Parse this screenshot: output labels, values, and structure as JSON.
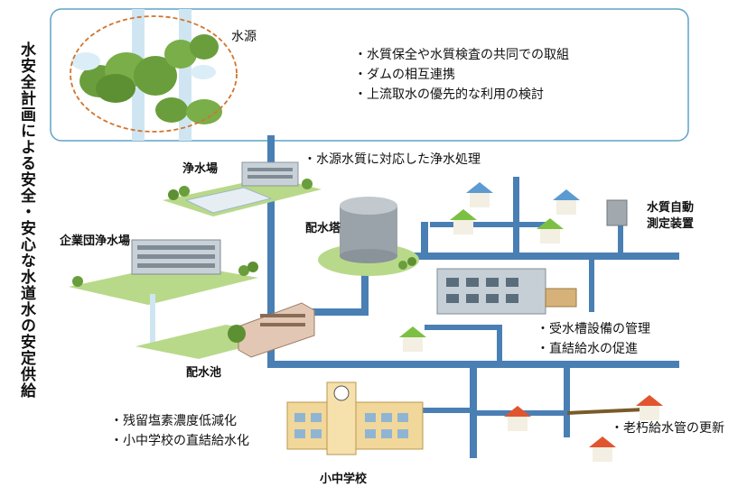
{
  "title": "水安全計画による安全・安心な水道水の安定供給",
  "labels": {
    "source": "水源",
    "purification_plant": "浄水場",
    "corp_purification_plant": "企業団浄水場",
    "reservoir": "配水池",
    "water_tower": "配水塔",
    "monitor": "水質自動測定装置",
    "school": "小中学校"
  },
  "notes": {
    "source": [
      "・水質保全や水質検査の共同での取組",
      "・ダムの相互連携",
      "・上流取水の優先的な利用の検討"
    ],
    "purification": [
      "・水源水質に対応した浄水処理"
    ],
    "tank": [
      "・受水槽設備の管理",
      "・直結給水の促進"
    ],
    "school": [
      "・残留塩素濃度低減化",
      "・小中学校の直結給水化"
    ],
    "pipe": [
      "・老朽給水管の更新"
    ]
  },
  "colors": {
    "pipe": "#4a7fb4",
    "panel_border": "#5fa3c9",
    "river": "#cfe6f2",
    "dashed_circle": "#d2742c",
    "tree": "#6a9e3c",
    "ground": "#b9d98a"
  }
}
